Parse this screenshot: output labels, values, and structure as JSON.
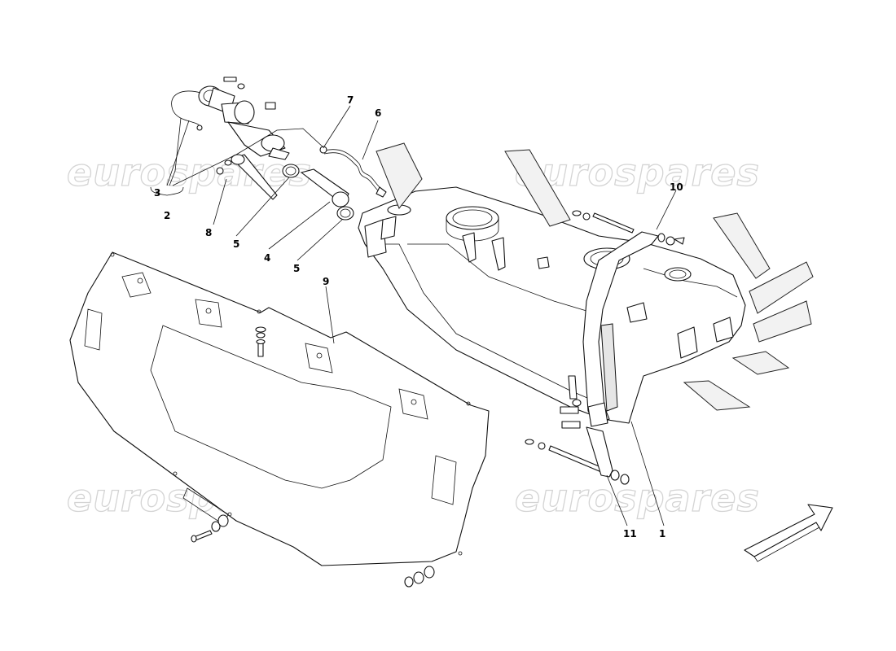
{
  "watermark": {
    "text": "eurospares",
    "color": "#d4d4d4"
  },
  "callouts": [
    {
      "id": "c1",
      "text": "1"
    },
    {
      "id": "c2",
      "text": "2"
    },
    {
      "id": "c3",
      "text": "3"
    },
    {
      "id": "c4",
      "text": "4"
    },
    {
      "id": "c5a",
      "text": "5"
    },
    {
      "id": "c5b",
      "text": "5"
    },
    {
      "id": "c6",
      "text": "6"
    },
    {
      "id": "c7",
      "text": "7"
    },
    {
      "id": "c8",
      "text": "8"
    },
    {
      "id": "c9",
      "text": "9"
    },
    {
      "id": "c10",
      "text": "10"
    },
    {
      "id": "c11",
      "text": "11"
    }
  ],
  "icons": {
    "direction_arrow": "front-direction-arrow-icon"
  }
}
